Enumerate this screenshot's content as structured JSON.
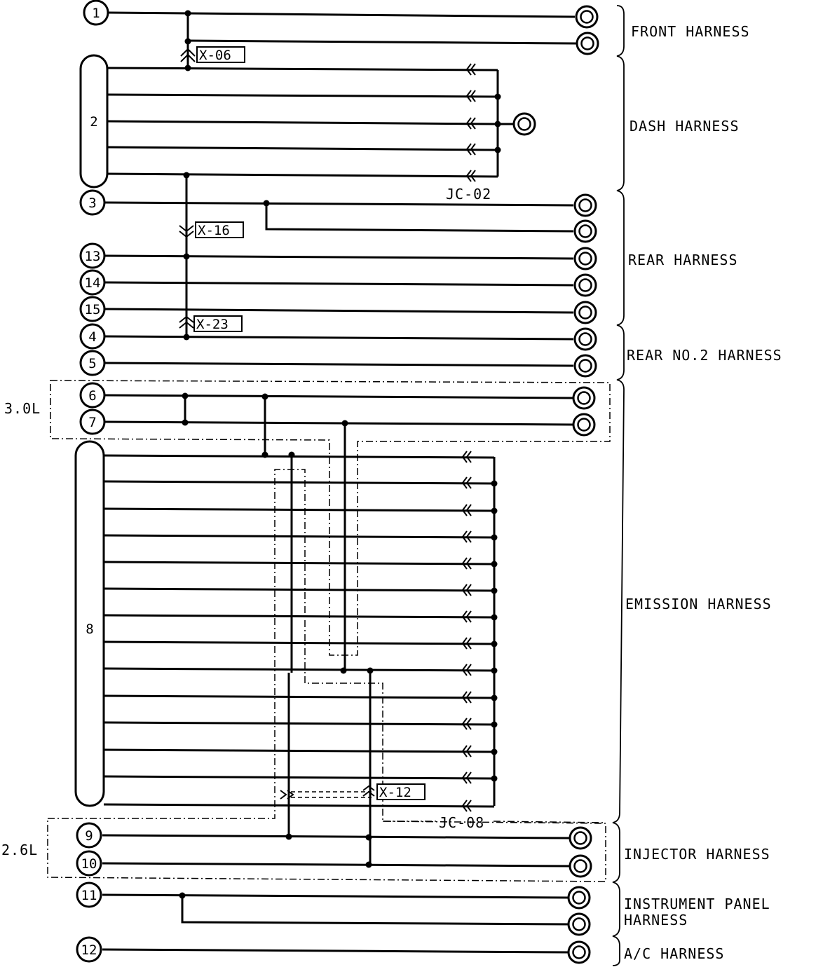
{
  "connectors": [
    "1",
    "2",
    "3",
    "13",
    "14",
    "15",
    "4",
    "5",
    "6",
    "7",
    "8",
    "9",
    "10",
    "11",
    "12"
  ],
  "splice_tags": {
    "x06": "X-06",
    "x16": "X-16",
    "x23": "X-23",
    "x12": "X-12"
  },
  "junction_labels": {
    "jc02": "JC-02",
    "jc08": "JC-08"
  },
  "engine_labels": {
    "v30": "3.0L",
    "v26": "2.6L"
  },
  "harnesses": {
    "front": "FRONT HARNESS",
    "dash": "DASH HARNESS",
    "rear": "REAR HARNESS",
    "rear2": "REAR NO.2 HARNESS",
    "emission": "EMISSION HARNESS",
    "injector": "INJECTOR HARNESS",
    "instrument_line1": "INSTRUMENT PANEL",
    "instrument_line2": "HARNESS",
    "ac": "A/C HARNESS"
  }
}
